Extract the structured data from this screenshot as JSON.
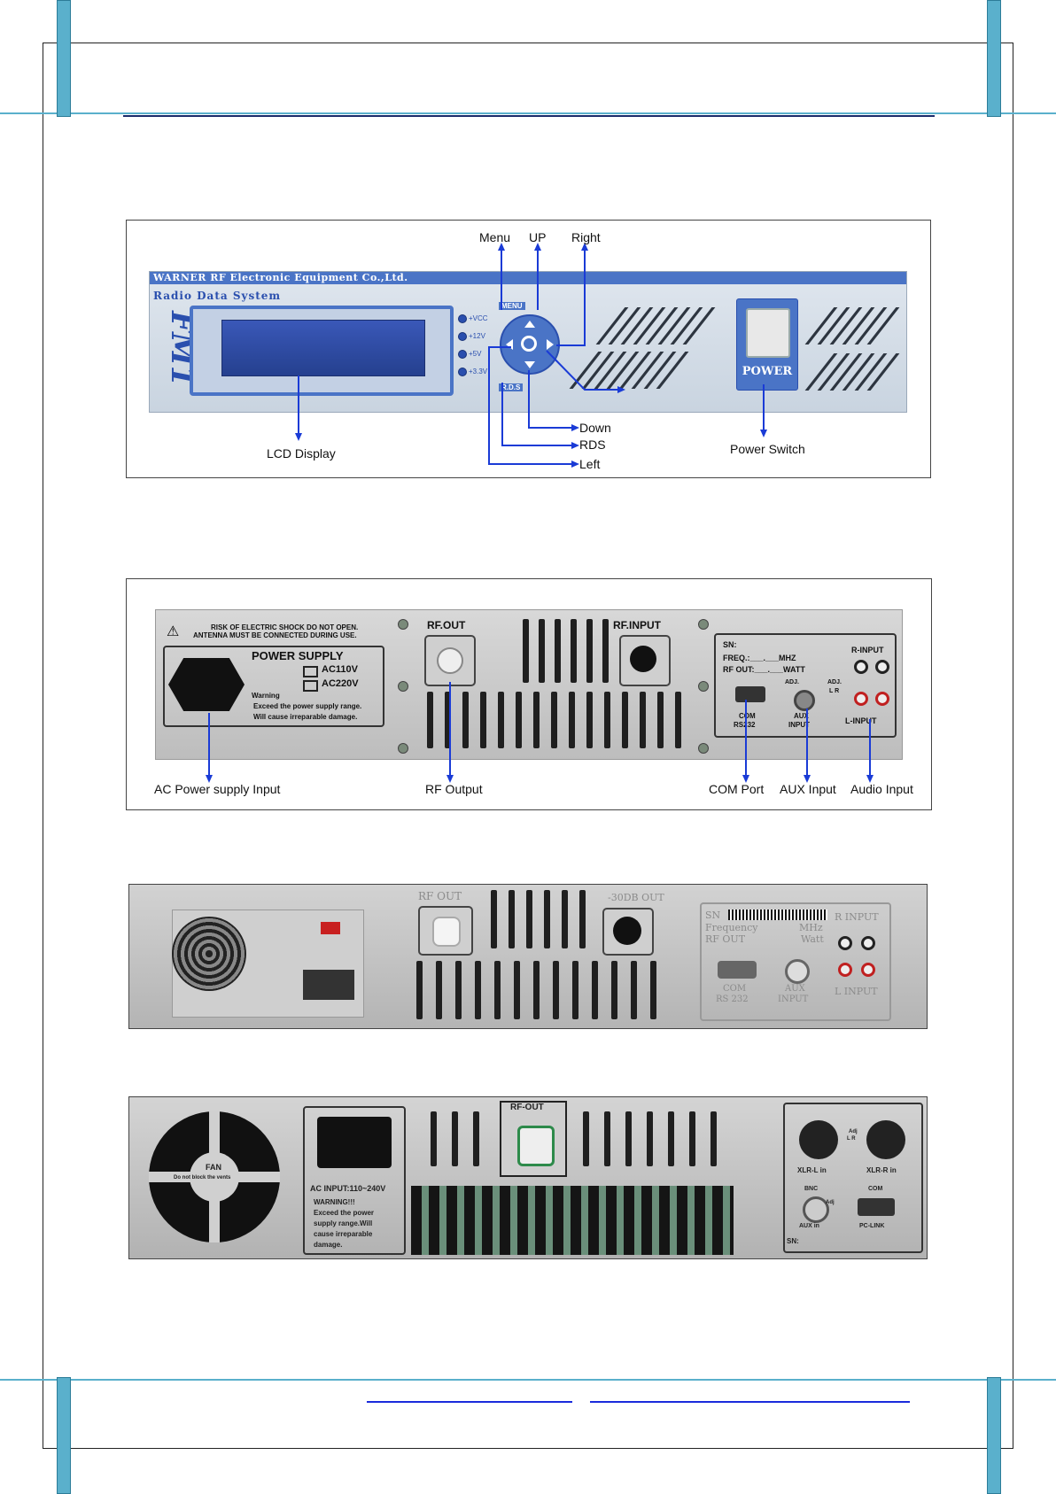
{
  "figure1": {
    "panel": {
      "brand": "WARNER RF Electronic Equipment Co.,Ltd.",
      "subtitle": "Radio Data System",
      "model": "FM1",
      "led_labels": [
        "+VCC",
        "+12V",
        "+5V",
        "+3.3V"
      ],
      "menu_tag": "MENU",
      "rds_tag": "R.D.S",
      "power_label": "POWER"
    },
    "callouts": {
      "menu": "Menu",
      "up": "UP",
      "right": "Right",
      "down": "Down",
      "rds": "RDS",
      "left": "Left",
      "lcd": "LCD Display",
      "power_switch": "Power Switch"
    }
  },
  "figure2": {
    "panel": {
      "warning_top": "RISK OF ELECTRIC SHOCK DO NOT OPEN.",
      "warning_bottom": "ANTENNA MUST BE CONNECTED DURING USE.",
      "power_supply": "POWER SUPPLY",
      "ac110": "AC110V",
      "ac220": "AC220V",
      "warn_word": "Warning",
      "warn_1": "Exceed the power supply range.",
      "warn_2": "Will cause irreparable damage.",
      "rf_out": "RF.OUT",
      "rf_input": "RF.INPUT",
      "sn": "SN:",
      "freq": "FREQ.:___.___MHZ",
      "rfout_watt": "RF OUT:___.___WATT",
      "r_input": "R-INPUT",
      "l_input": "L-INPUT",
      "adj": "ADJ.",
      "adj_lr": "L R",
      "com": "COM",
      "rs232": "RS232",
      "aux": "AUX",
      "aux_input": "INPUT"
    },
    "callouts": {
      "ac": "AC Power supply Input",
      "rf": "RF Output",
      "com": "COM Port",
      "aux": "AUX Input",
      "audio": "Audio Input"
    }
  },
  "figure3": {
    "rf_out": "RF OUT",
    "out_30db": "-30DB OUT",
    "sn": "SN",
    "frequency": "Frequency",
    "rf_out2": "RF OUT",
    "mhz": "MHz",
    "watt": "Watt",
    "r_input": "R INPUT",
    "com": "COM",
    "rs232": "RS 232",
    "aux": "AUX",
    "input": "INPUT",
    "l_input": "L INPUT"
  },
  "figure4": {
    "fan": "FAN",
    "fan_note": "Do not block the vents",
    "ac_input": "AC INPUT:110~240V",
    "warning": "WARNING!!!",
    "warn_1": "Exceed the power",
    "warn_2": "supply range.Will",
    "warn_3": "cause irreparable",
    "warn_4": "damage.",
    "rf_out": "RF-OUT",
    "xlr_l": "XLR-L in",
    "xlr_r": "XLR-R in",
    "adj": "Adj",
    "adj_lr": "L  R",
    "bnc": "BNC",
    "com": "COM",
    "adj2": "Adj",
    "aux_in": "AUX in",
    "pc_link": "PC-LINK",
    "sn": "SN:"
  }
}
